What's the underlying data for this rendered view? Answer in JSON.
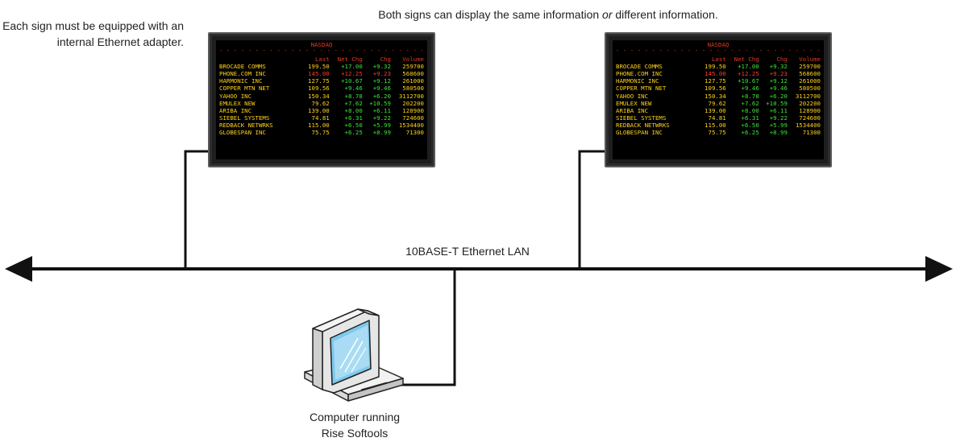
{
  "captions": {
    "top_before": "Both signs can display the same information ",
    "top_or": "or",
    "top_after": " different information.",
    "left_note": "Each sign must be equipped with an internal Ethernet adapter.",
    "lan_label": "10BASE-T Ethernet LAN",
    "pc_label_line1": "Computer running",
    "pc_label_line2": "Rise Softools"
  },
  "sign_title": "NASDAQ",
  "sign_dashes": "- - - - - - - - - - - - - - - - - - - - - - - - - - - - - - - - - - - - - - - - - - - - - - - - - - -",
  "columns": [
    "",
    "Last",
    "Net Chg",
    "Chg",
    "Volume"
  ],
  "colors": {
    "sign_red": "#e23a22",
    "sign_yellow": "#ffd21a",
    "sign_green": "#41e23a",
    "line": "#111111"
  },
  "signs": [
    {
      "rows": [
        [
          "BROCADE COMMS",
          "199.50",
          "+17.00",
          "+9.32",
          "259700"
        ],
        [
          "PHONE.COM INC",
          "145.00",
          "+12.25",
          "+9.23",
          "568600"
        ],
        [
          "HARMONIC INC",
          "127.75",
          "+10.67",
          "+9.12",
          "261000"
        ],
        [
          "COPPER MTN NET",
          "109.56",
          "+9.46",
          "+9.46",
          "580500"
        ],
        [
          "YAHOO INC",
          "150.34",
          "+8.78",
          "+6.20",
          "3112700"
        ],
        [
          "EMULEX NEW",
          "79.62",
          "+7.62",
          "+10.59",
          "202200"
        ],
        [
          "ARIBA INC",
          "139.00",
          "+8.00",
          "+6.11",
          "128900"
        ],
        [
          "SIEBEL SYSTEMS",
          "74.81",
          "+6.31",
          "+9.22",
          "724600"
        ],
        [
          "REDBACK NETWRKS",
          "115.00",
          "+6.50",
          "+5.99",
          "1534400"
        ],
        [
          "GLOBESPAN INC",
          "75.75",
          "+6.25",
          "+8.99",
          "71300"
        ]
      ]
    },
    {
      "rows": [
        [
          "BROCADE COMMS",
          "199.50",
          "+17.00",
          "+9.32",
          "259700"
        ],
        [
          "PHONE.COM INC",
          "145.00",
          "+12.25",
          "+9.23",
          "568600"
        ],
        [
          "HARMONIC INC",
          "127.75",
          "+10.67",
          "+9.12",
          "261000"
        ],
        [
          "COPPER MTN NET",
          "109.56",
          "+9.46",
          "+9.46",
          "580500"
        ],
        [
          "YAHOO INC",
          "150.34",
          "+8.78",
          "+6.20",
          "3112700"
        ],
        [
          "EMULEX NEW",
          "79.62",
          "+7.62",
          "+10.59",
          "202200"
        ],
        [
          "ARIBA INC",
          "139.00",
          "+8.00",
          "+6.11",
          "128900"
        ],
        [
          "SIEBEL SYSTEMS",
          "74.81",
          "+6.31",
          "+9.22",
          "724600"
        ],
        [
          "REDBACK NETWRKS",
          "115.00",
          "+6.50",
          "+5.99",
          "1534400"
        ],
        [
          "GLOBESPAN INC",
          "75.75",
          "+6.25",
          "+8.99",
          "71300"
        ]
      ]
    }
  ]
}
